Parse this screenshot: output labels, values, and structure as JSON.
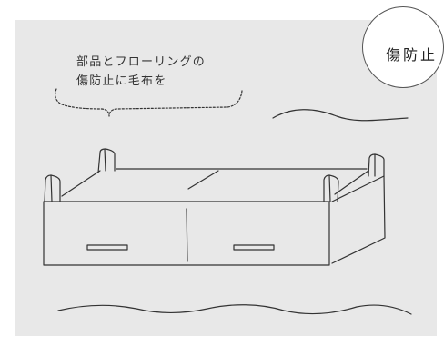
{
  "caption": {
    "line1": "部品とフローリングの",
    "line2": "傷防止に毛布を"
  },
  "badge": {
    "label": "傷防止"
  },
  "colors": {
    "panel_background": "#e8e8e8",
    "line": "#333333",
    "badge_fill": "#ffffff"
  },
  "icons": [
    "wavy-line-icon",
    "dotted-brace-icon",
    "drawer-handle-icon"
  ]
}
